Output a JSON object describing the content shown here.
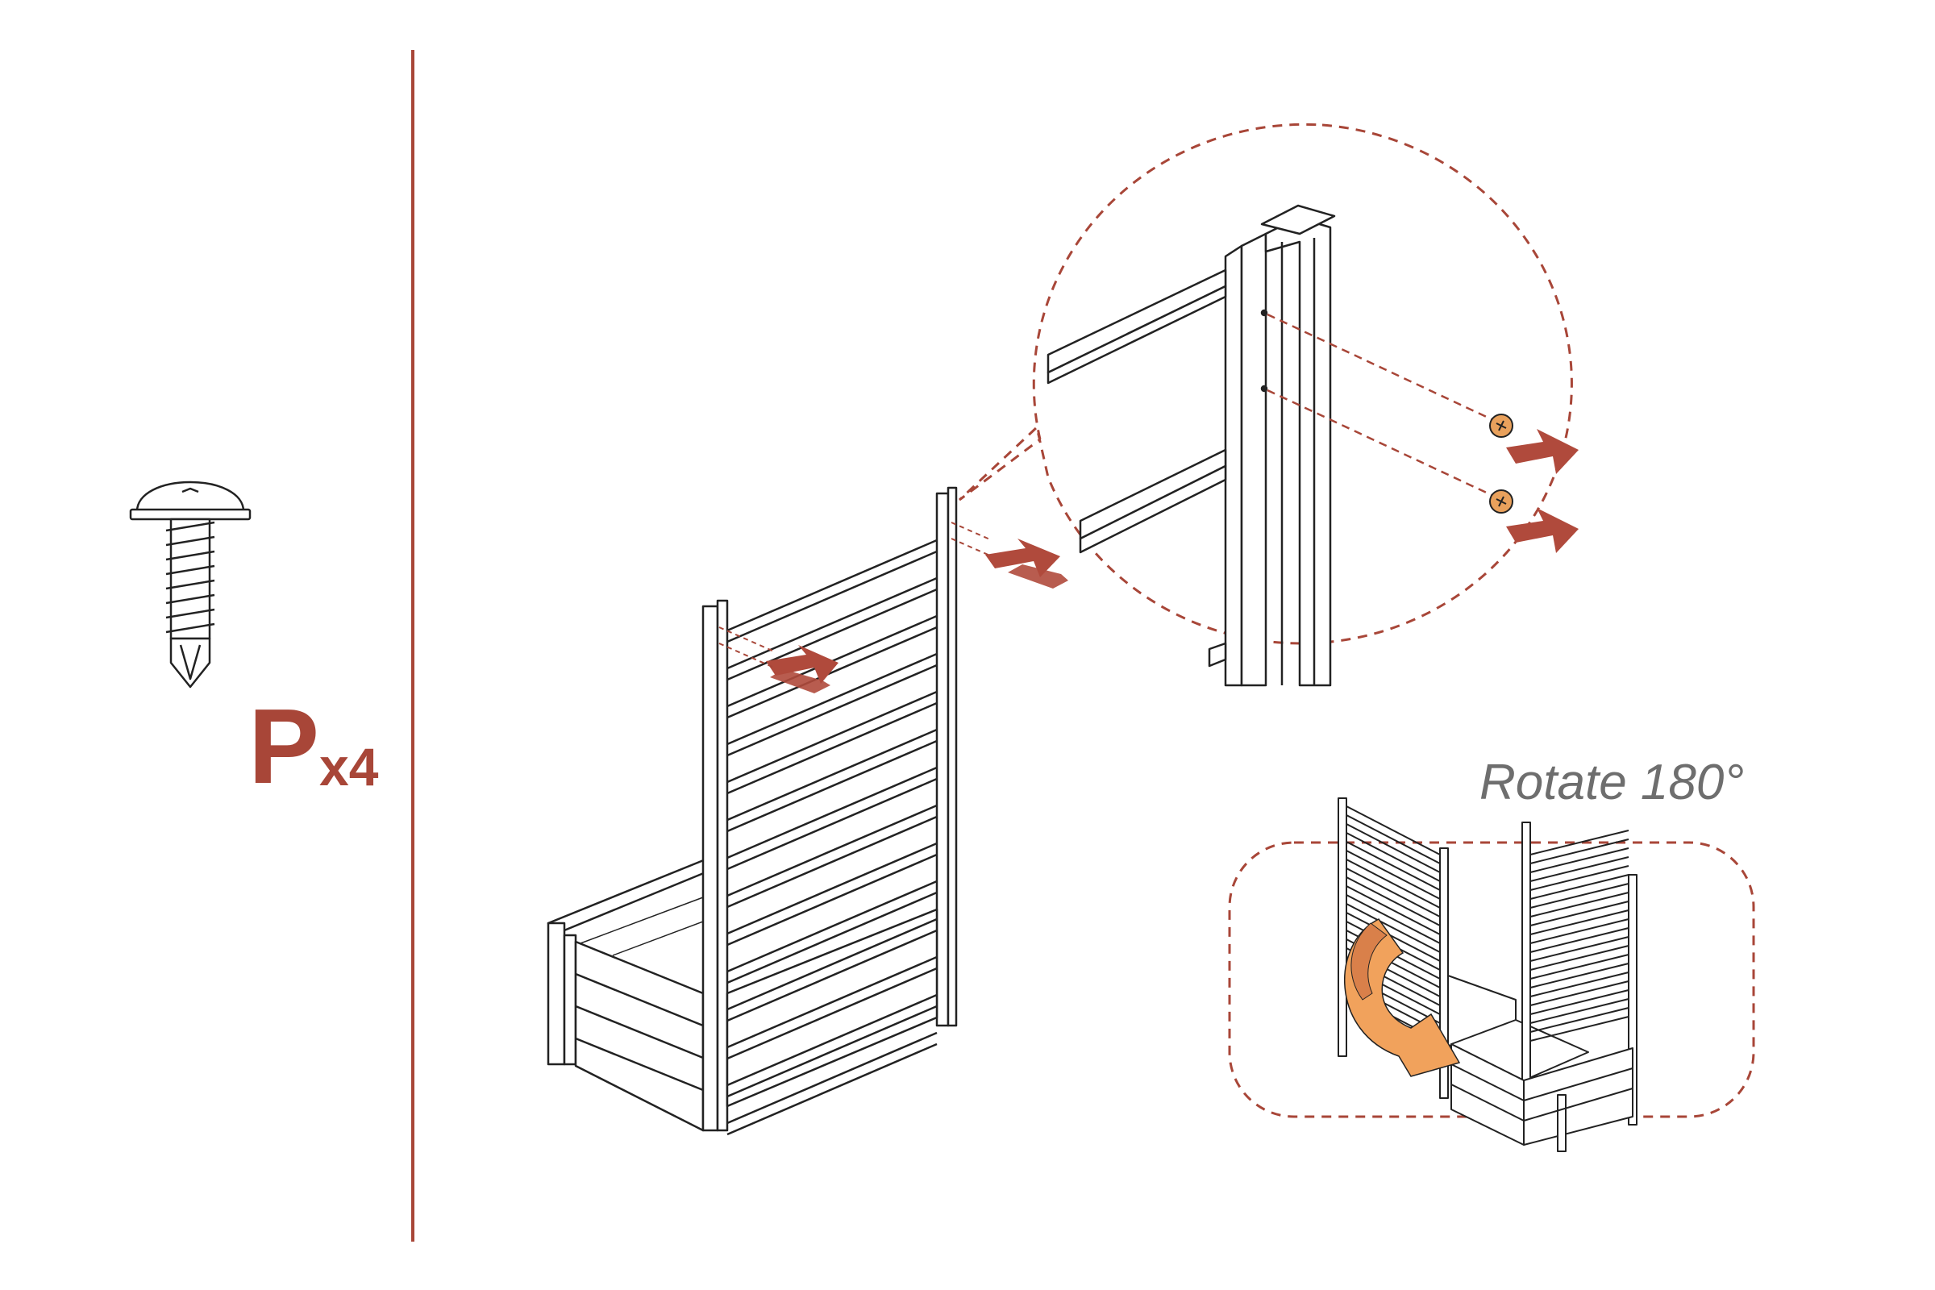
{
  "part": {
    "letter": "P",
    "quantity": "x4",
    "icon": "self-drilling-screw-icon"
  },
  "rotate_label": "Rotate 180°",
  "colors": {
    "accent": "#a84638",
    "arrow": "#b04a3c",
    "orange_arrow": "#f1a25c",
    "screw_head": "#e9a15c",
    "line": "#222222",
    "label_gray": "#6e6e6e"
  }
}
